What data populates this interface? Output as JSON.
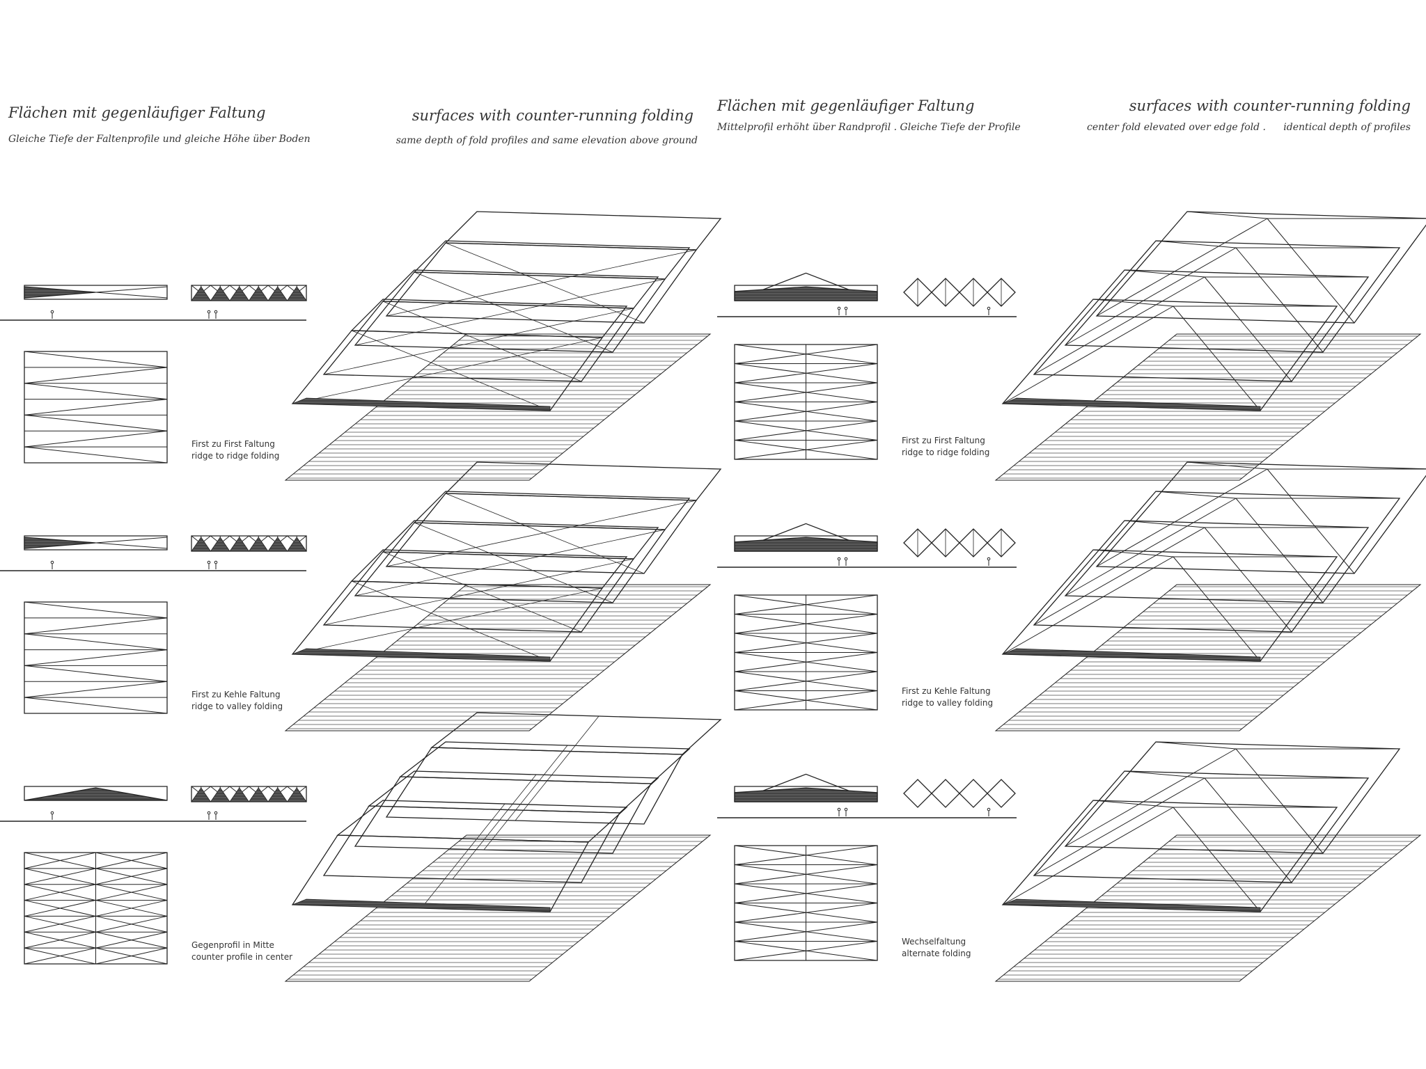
{
  "left": {
    "title_de": "Flächen mit gegenläufiger Faltung",
    "subtitle_de": "Gleiche Tiefe der Faltenprofile und gleiche Höhe über Boden",
    "title_en": "surfaces with counter-running folding",
    "subtitle_en": "same depth of fold profiles and same elevation above ground"
  },
  "right": {
    "title_de": "Flächen mit gegenläufiger Faltung",
    "subtitle_de": "Mittelprofil erhöht über Randprofil . Gleiche Tiefe der Profile",
    "title_en": "surfaces with counter-running folding",
    "subtitle_en_a": "center fold elevated over edge fold .",
    "subtitle_en_b": "identical depth of profiles"
  },
  "panels": [
    {
      "id": "L1",
      "cap_de": "First zu First Faltung",
      "cap_en": "ridge to ridge folding"
    },
    {
      "id": "L2",
      "cap_de": "First zu Kehle Faltung",
      "cap_en": "ridge to valley folding"
    },
    {
      "id": "L3",
      "cap_de": "Gegenprofil in Mitte",
      "cap_en": "counter profile in center"
    },
    {
      "id": "R1",
      "cap_de": "First zu First Faltung",
      "cap_en": "ridge to ridge folding"
    },
    {
      "id": "R2",
      "cap_de": "First zu Kehle Faltung",
      "cap_en": "ridge to valley folding"
    },
    {
      "id": "R3",
      "cap_de": "Wechselfaltung",
      "cap_en": "alternate folding"
    }
  ]
}
